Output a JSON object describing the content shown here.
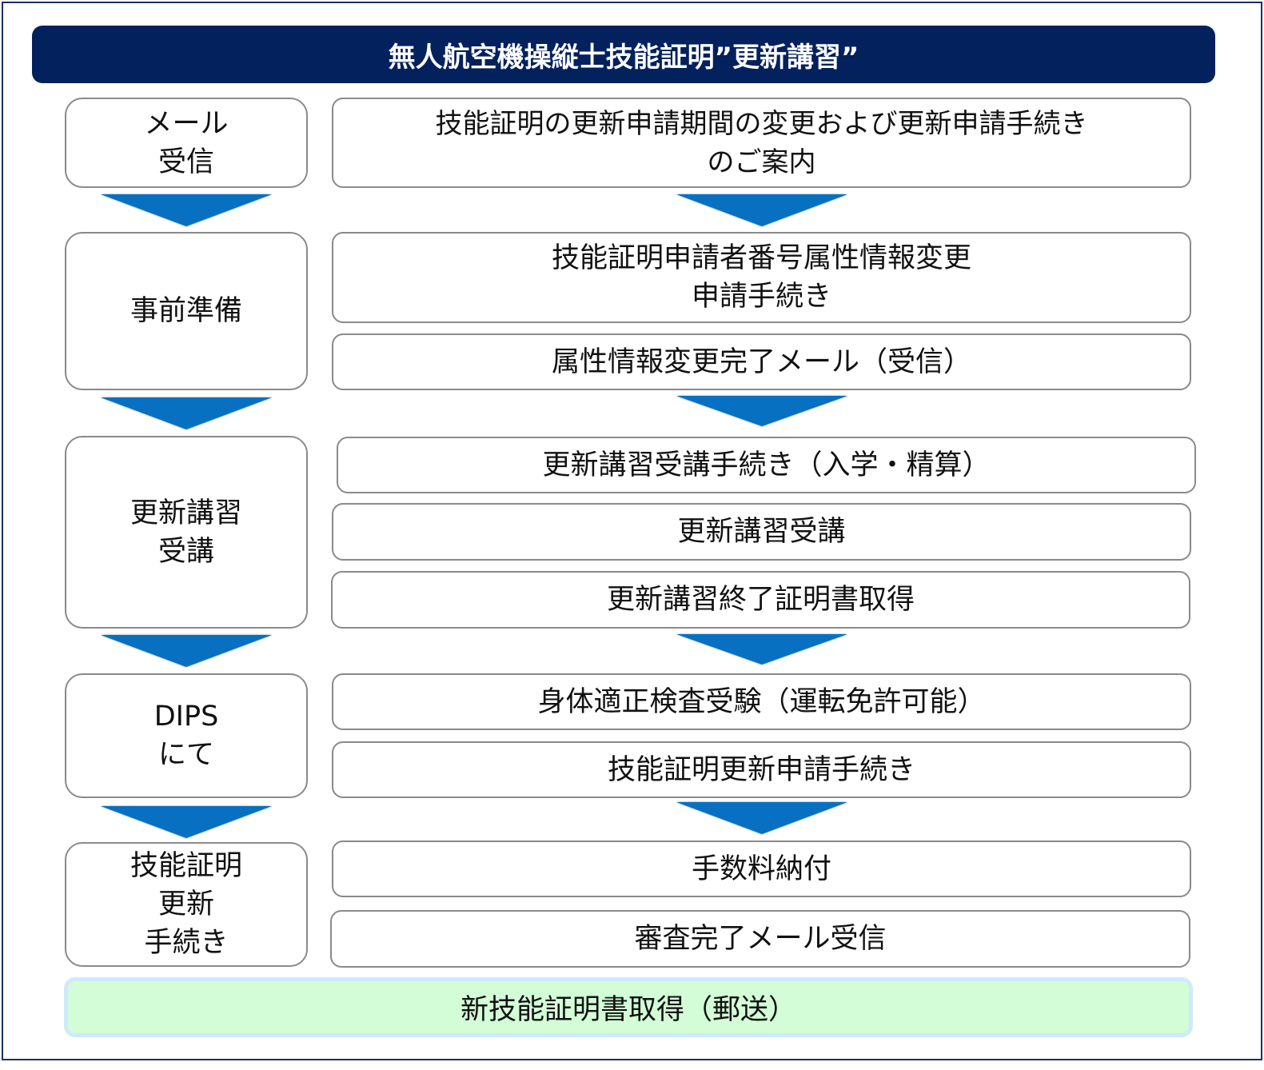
{
  "title": "無人航空機操縦士技能証明”更新講習”",
  "steps": [
    {
      "label": "メール\n受信",
      "items": [
        "技能証明の更新申請期間の変更および更新申請手続き\nのご案内"
      ]
    },
    {
      "label": "事前準備",
      "items": [
        "技能証明申請者番号属性情報変更\n申請手続き",
        "属性情報変更完了メール（受信）"
      ]
    },
    {
      "label": "更新講習\n受講",
      "items": [
        "更新講習受講手続き（入学・精算）",
        "更新講習受講",
        "更新講習終了証明書取得"
      ]
    },
    {
      "label": "DIPS\nにて",
      "items": [
        "身体適正検査受験（運転免許可能）",
        "技能証明更新申請手続き"
      ]
    },
    {
      "label": "技能証明\n更新\n手続き",
      "items": [
        "手数料納付",
        "審査完了メール受信"
      ]
    }
  ],
  "final": "新技能証明書取得（郵送）",
  "colors": {
    "header": "#03215c",
    "arrow": "#0870c0",
    "final_bg": "#d3fdd6",
    "final_border": "#cfeafb"
  }
}
